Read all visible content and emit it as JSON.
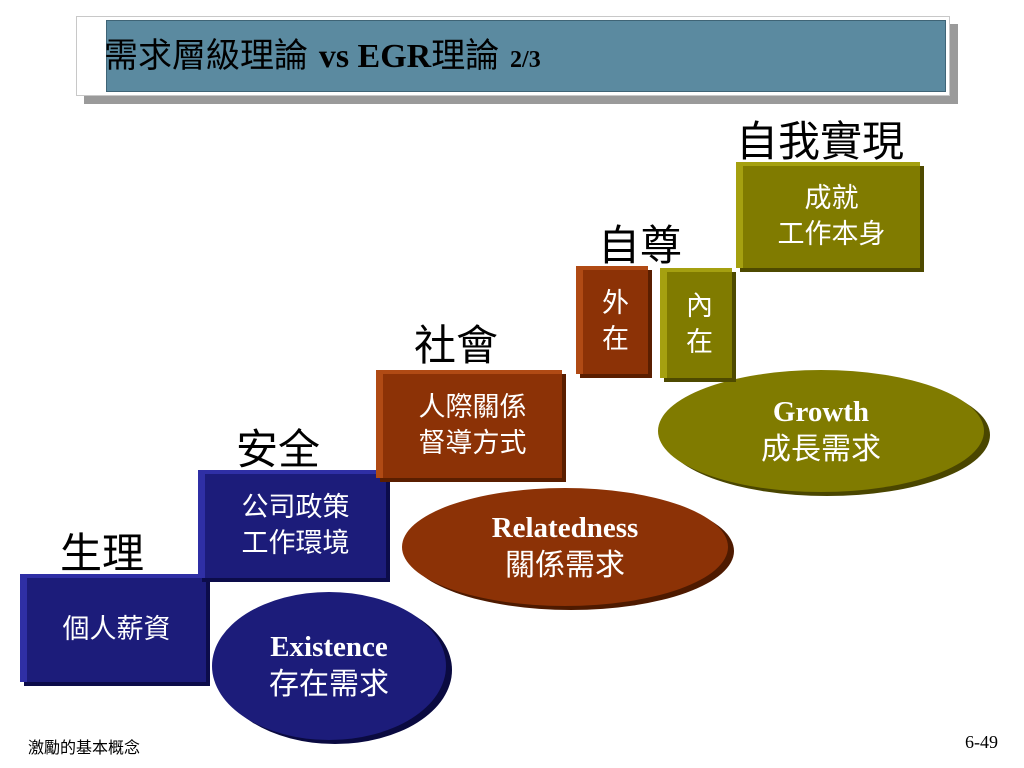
{
  "title": {
    "main": "需求層級理論",
    "vs": "vs EGR",
    "suffix": "理論",
    "page": "2/3"
  },
  "levels": {
    "physiological": {
      "label": "生理",
      "block": "個人薪資"
    },
    "safety": {
      "label": "安全",
      "block_line1": "公司政策",
      "block_line2": "工作環境"
    },
    "social": {
      "label": "社會",
      "block_line1": "人際關係",
      "block_line2": "督導方式"
    },
    "esteem": {
      "label": "自尊",
      "external_line1": "外",
      "external_line2": "在",
      "internal_line1": "內",
      "internal_line2": "在"
    },
    "self_actualization": {
      "label": "自我實現",
      "block_line1": "成就",
      "block_line2": "工作本身"
    }
  },
  "erg": {
    "existence": {
      "en": "Existence",
      "zh": "存在需求"
    },
    "relatedness": {
      "en": "Relatedness",
      "zh": "關係需求"
    },
    "growth": {
      "en": "Growth",
      "zh": "成長需求"
    }
  },
  "colors": {
    "title_bar": "#5b8aa0",
    "navy": "#1c1c7a",
    "brown": "#8c3206",
    "olive": "#807b00"
  },
  "footer": {
    "left": "激勵的基本概念",
    "right": "6-49"
  }
}
